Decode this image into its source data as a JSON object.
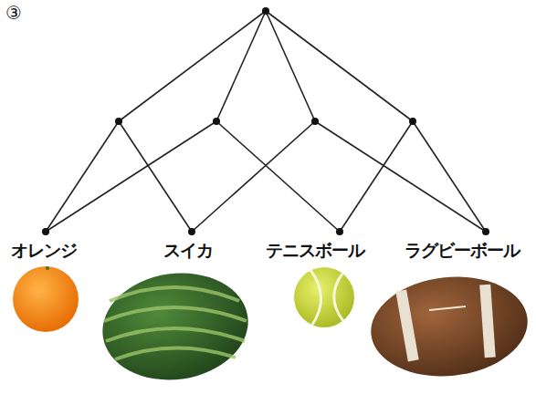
{
  "diagram": {
    "nodes": [
      {
        "text": [
          "オレンジ"
        ]
      },
      {
        "text": [
          "スイカ"
        ]
      },
      {
        "text": [
          "テニスボール"
        ]
      },
      {
        "text": [
          "ラグビーボール"
        ]
      }
    ],
    "labels": [
      "③"
    ]
  }
}
